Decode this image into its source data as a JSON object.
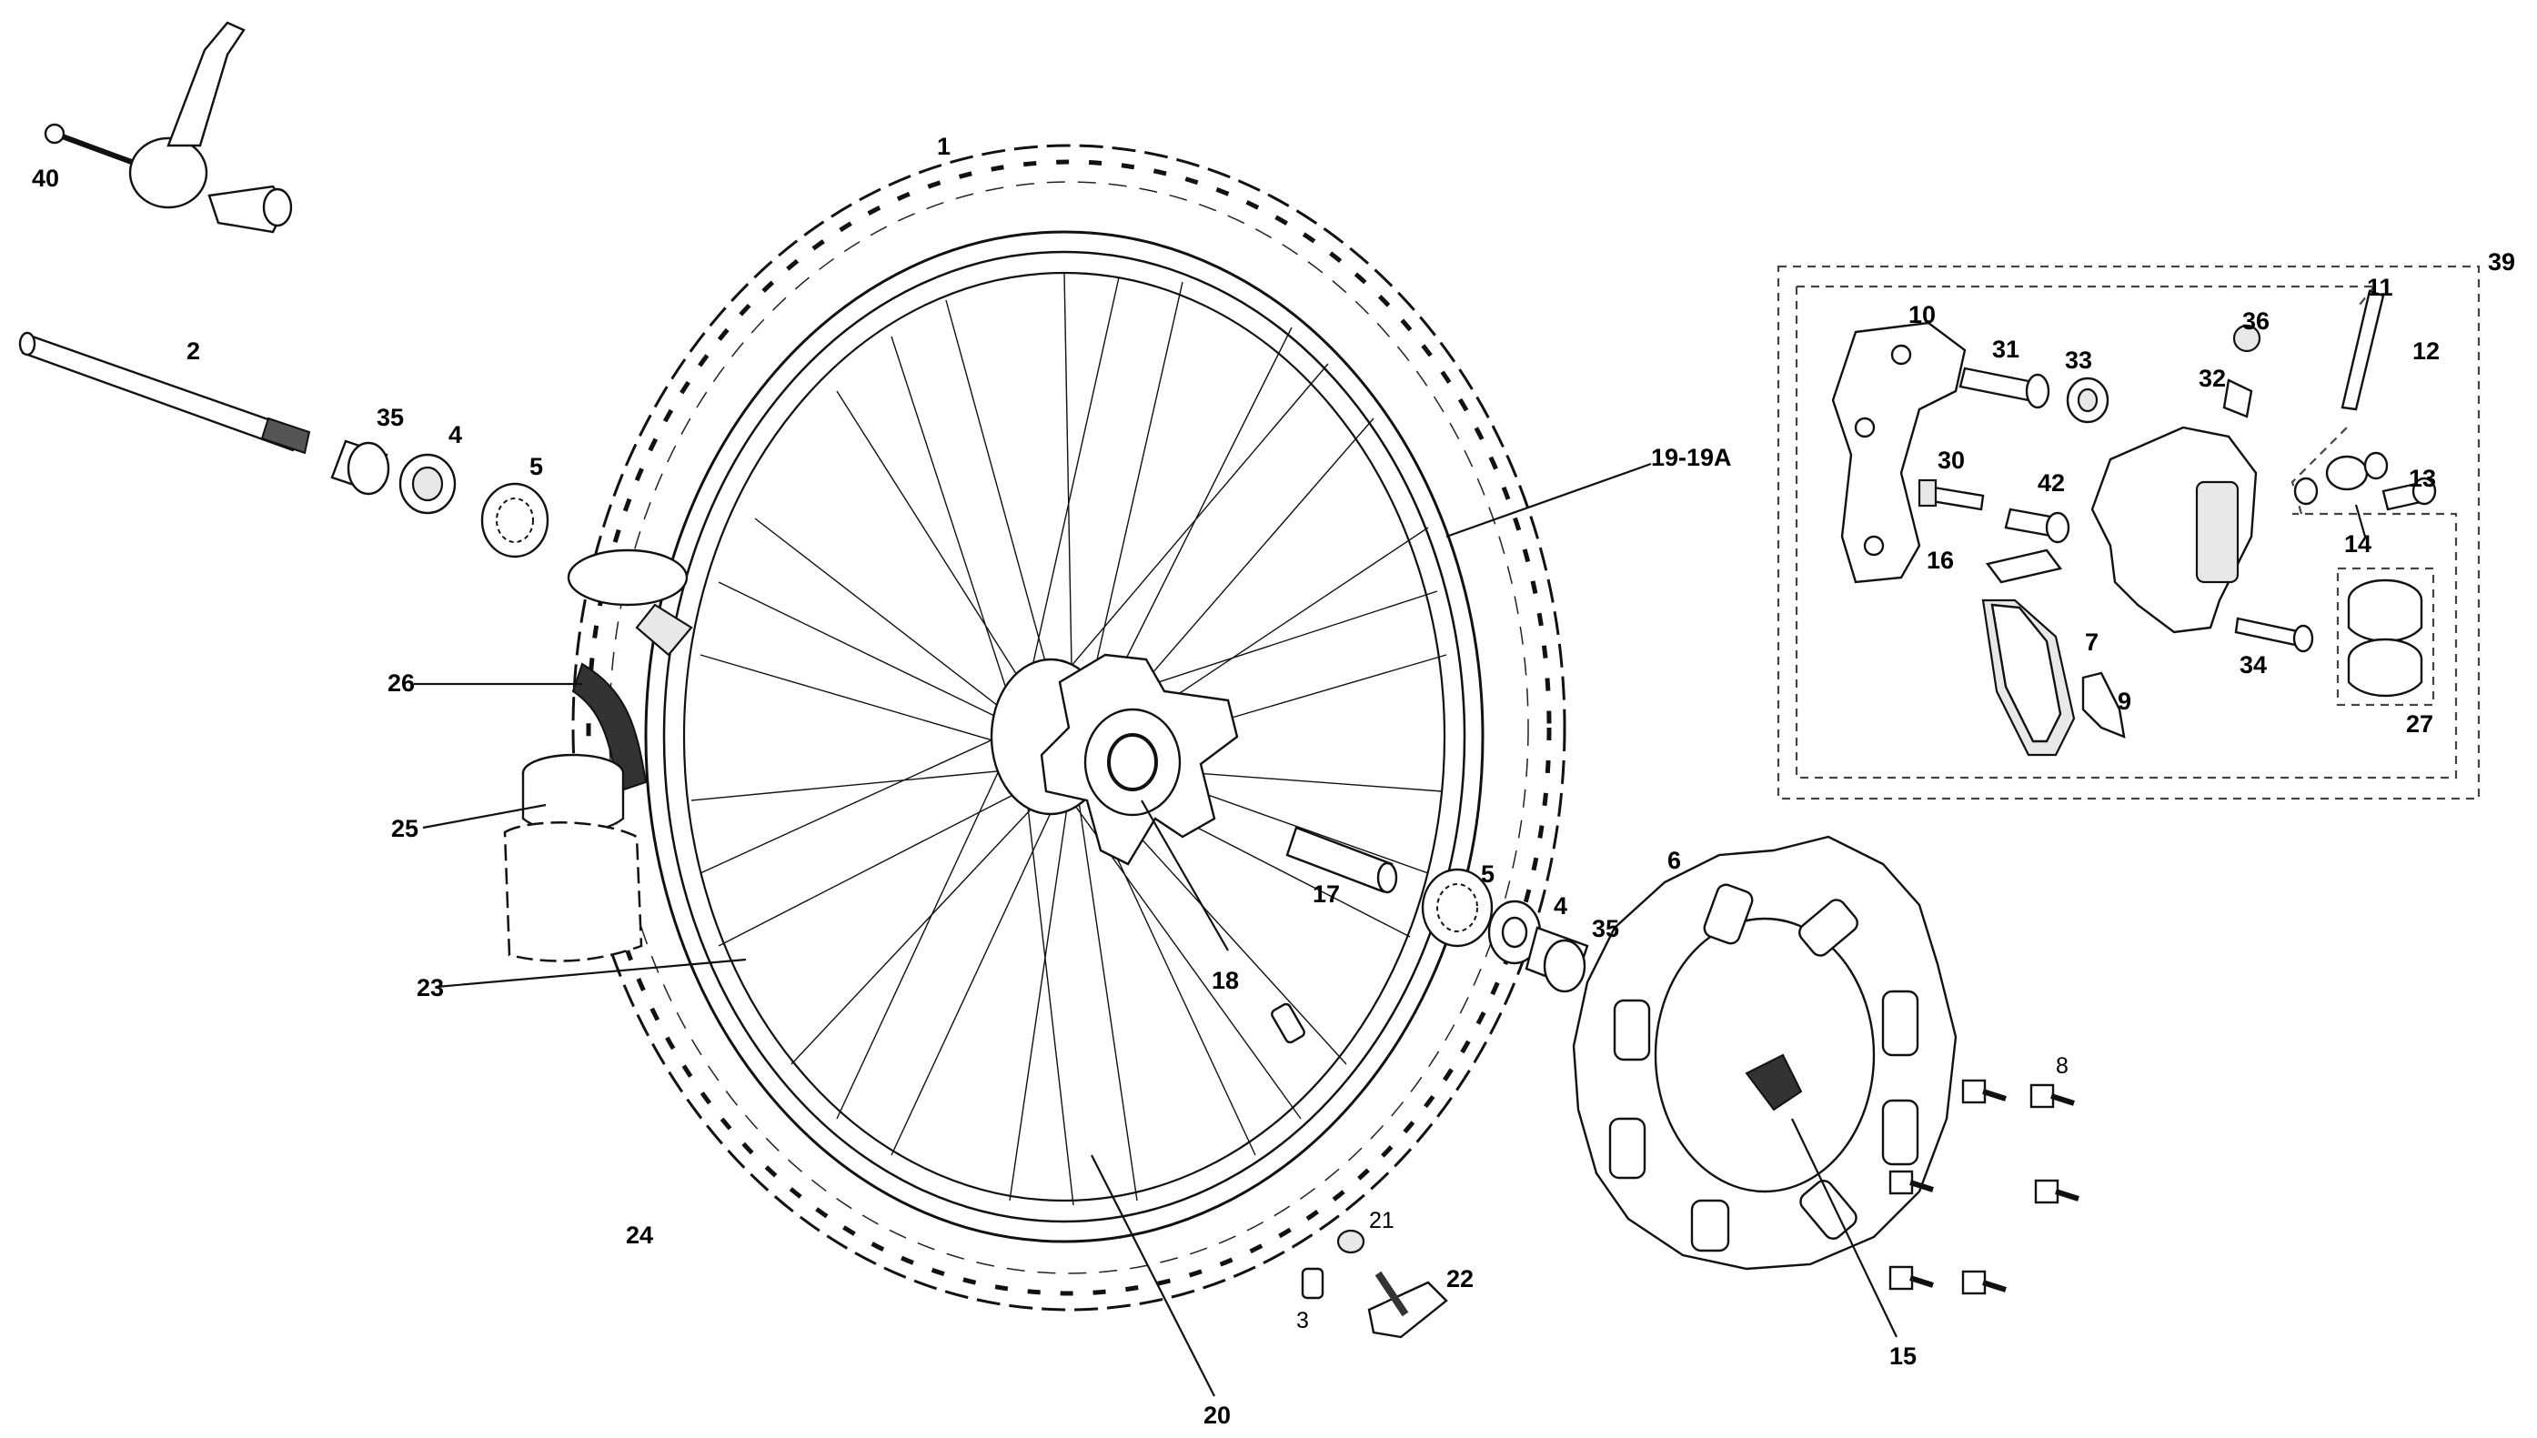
{
  "diagram": {
    "labels": {
      "l1": "1",
      "l2": "2",
      "l3": "3",
      "l4a": "4",
      "l4b": "4",
      "l5a": "5",
      "l5b": "5",
      "l6": "6",
      "l7": "7",
      "l8": "8",
      "l9": "9",
      "l10": "10",
      "l11": "11",
      "l12": "12",
      "l13": "13",
      "l14": "14",
      "l15": "15",
      "l16": "16",
      "l17": "17",
      "l18": "18",
      "l19": "19-19A",
      "l20": "20",
      "l21": "21",
      "l22": "22",
      "l23": "23",
      "l24": "24",
      "l25": "25",
      "l26": "26",
      "l27": "27",
      "l30": "30",
      "l31": "31",
      "l32": "32",
      "l33": "33",
      "l34": "34",
      "l35a": "35",
      "l35b": "35",
      "l36": "36",
      "l39": "39",
      "l40": "40",
      "l42": "42"
    }
  }
}
